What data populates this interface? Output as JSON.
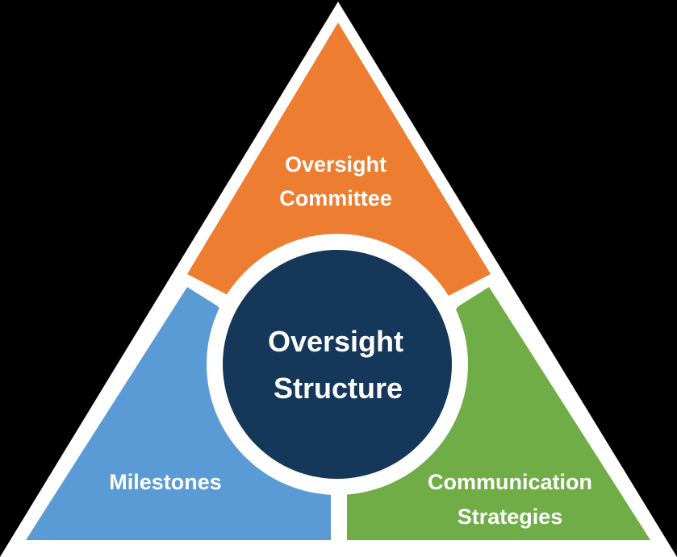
{
  "colors": {
    "background": "#000000",
    "outline": "#ffffff",
    "top_segment": "#ED7D31",
    "left_segment": "#5B9BD5",
    "right_segment": "#70AD47",
    "center_circle": "#14375A"
  },
  "segments": {
    "top": {
      "line1": "Oversight",
      "line2": "Committee"
    },
    "left": {
      "line1": "Milestones"
    },
    "right": {
      "line1": "Communication",
      "line2": "Strategies"
    }
  },
  "center": {
    "line1": "Oversight",
    "line2": "Structure"
  }
}
